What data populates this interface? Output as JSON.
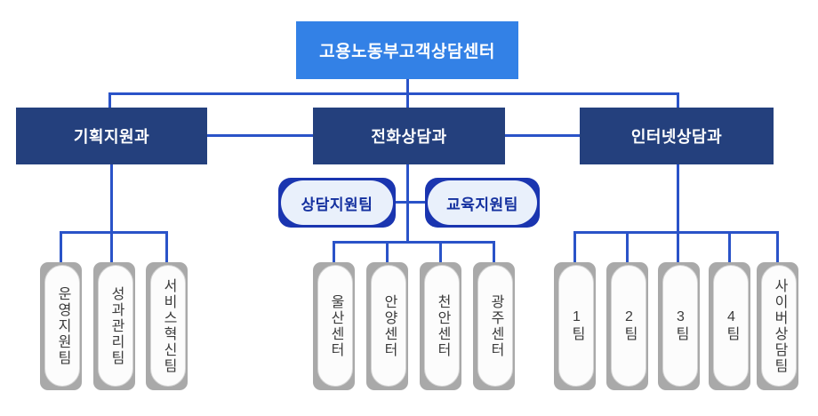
{
  "org": {
    "root_label": "고용노동부고객상담센터",
    "departments": [
      {
        "label": "기획지원과",
        "teams": [
          "운영지원팀",
          "성과관리팀",
          "서비스혁신팀"
        ]
      },
      {
        "label": "전화상담과",
        "support_teams": [
          "상담지원팀",
          "교육지원팀"
        ],
        "teams": [
          "울산센터",
          "안양센터",
          "천안센터",
          "광주센터"
        ]
      },
      {
        "label": "인터넷상담과",
        "teams": [
          "1팀",
          "2팀",
          "3팀",
          "4팀",
          "사이버상담팀"
        ]
      }
    ]
  },
  "colors": {
    "root_box": "#3381E6",
    "dept_box": "#24407D",
    "line": "#2A53C8",
    "support_pill_bg": "#1A35B0",
    "support_pill_fill": "#E9F0FB",
    "support_pill_text": "#14309F",
    "team_pill_shadow": "#A9A9A9",
    "team_pill_fill": "#FCFCFC",
    "team_pill_border": "#D3D3D3",
    "team_text": "#3B3B3B"
  }
}
